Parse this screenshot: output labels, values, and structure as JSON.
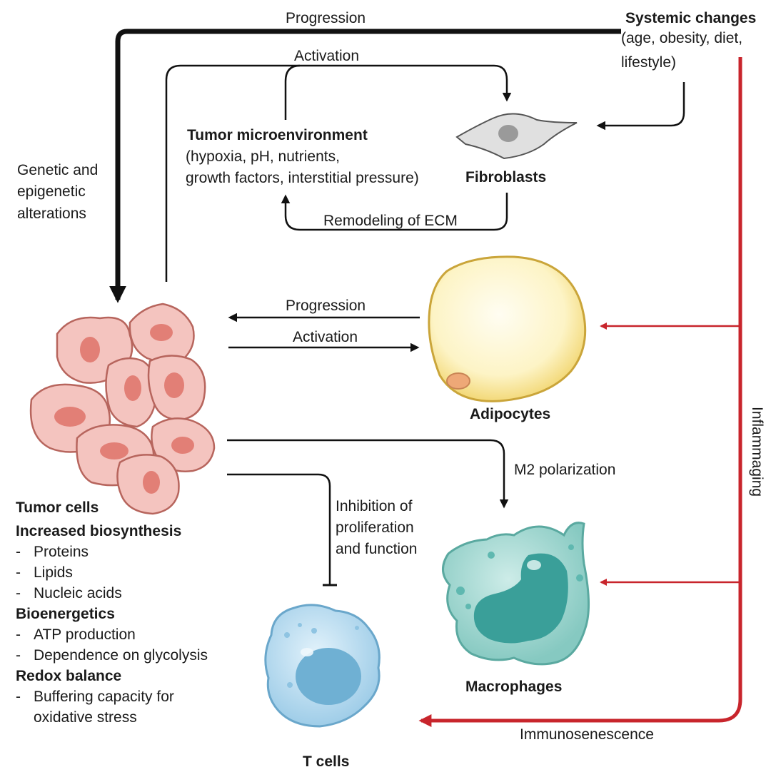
{
  "systemic": {
    "title": "Systemic changes",
    "detail_lines": [
      "(age, obesity, diet,",
      "lifestyle)"
    ]
  },
  "microenvironment": {
    "title": "Tumor microenvironment",
    "detail_lines": [
      "(hypoxia, pH, nutrients,",
      "growth factors, interstitial pressure)"
    ]
  },
  "edges": {
    "progression_top": "Progression",
    "activation_top": "Activation",
    "genetic_lines": [
      "Genetic and",
      "epigenetic",
      "alterations"
    ],
    "remodeling": "Remodeling of ECM",
    "progression_mid": "Progression",
    "activation_mid": "Activation",
    "m2": "M2 polarization",
    "inhibition_lines": [
      "Inhibition of",
      "proliferation",
      "and function"
    ],
    "inflammaging": "Inflammaging",
    "immunosenescence": "Immunosenescence"
  },
  "cells": {
    "fibroblasts": "Fibroblasts",
    "adipocytes": "Adipocytes",
    "macrophages": "Macrophages",
    "t_cells": "T cells",
    "tumor": "Tumor cells"
  },
  "tumor_features": [
    {
      "heading": "Increased biosynthesis",
      "items": [
        "Proteins",
        "Lipids",
        "Nucleic acids"
      ]
    },
    {
      "heading": "Bioenergetics",
      "items": [
        "ATP production",
        "Dependence on glycolysis"
      ]
    },
    {
      "heading": "Redox balance",
      "items": [
        "Buffering capacity for",
        "oxidative stress"
      ]
    }
  ],
  "colors": {
    "arrow_black": "#111111",
    "inflammaging_red": "#c8252c",
    "tumor_fill": "#f4c4bf",
    "tumor_nucleus": "#e27f76",
    "adipocyte_fill": "#fdf6d0",
    "macrophage_fill": "#a9dcd6",
    "macrophage_nucleus": "#3aa39e",
    "tcell_fill": "#bfe0f1",
    "tcell_nucleus": "#6fb1d4",
    "fibroblast_fill": "#dcdcdc"
  }
}
